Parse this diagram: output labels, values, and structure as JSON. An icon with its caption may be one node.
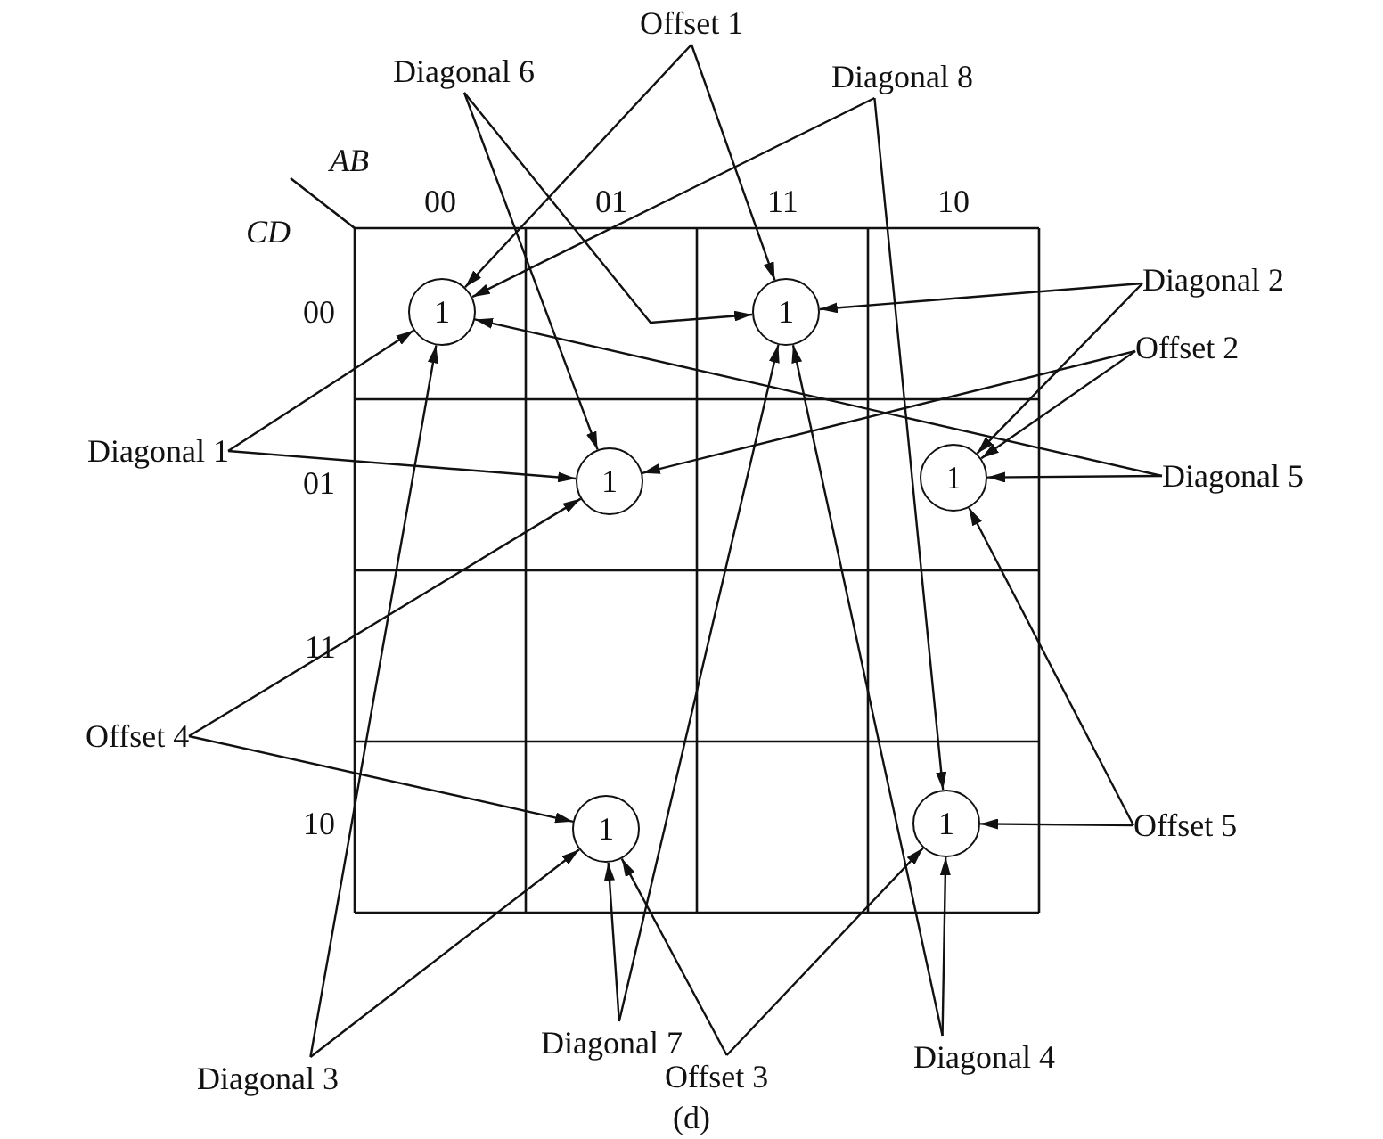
{
  "diagram": {
    "caption": "(d)",
    "nodes": [
      {
        "text": [
          "Offset 1"
        ]
      },
      {
        "text": [
          "Diagonal 6"
        ]
      },
      {
        "text": [
          "Diagonal 8"
        ]
      },
      {
        "text": [
          "1"
        ]
      },
      {
        "text": [
          "1"
        ]
      },
      {
        "text": [
          "Diagonal 2"
        ]
      },
      {
        "text": [
          "Offset 2"
        ]
      },
      {
        "text": [
          "Diagonal 1"
        ]
      },
      {
        "text": [
          "1"
        ]
      },
      {
        "text": [
          "1"
        ]
      },
      {
        "text": [
          "Diagonal 5"
        ]
      },
      {
        "text": [
          "Offset 4"
        ]
      },
      {
        "text": [
          "1"
        ]
      },
      {
        "text": [
          "1"
        ]
      },
      {
        "text": [
          "Offset 5"
        ]
      },
      {
        "text": [
          "Diagonal 3"
        ]
      },
      {
        "text": [
          "Diagonal 7"
        ]
      },
      {
        "text": [
          "Diagonal 4"
        ]
      },
      {
        "text": [
          "Offset 3"
        ]
      }
    ],
    "edges": [
      {
        "from": 0,
        "to": 3,
        "arrow": "to"
      },
      {
        "from": 0,
        "to": 4,
        "arrow": "to"
      },
      {
        "from": 1,
        "to": 8,
        "arrow": "to"
      },
      {
        "from": 1,
        "to": 4,
        "arrow": "to"
      },
      {
        "from": 2,
        "to": 3,
        "arrow": "to"
      },
      {
        "from": 2,
        "to": 13,
        "arrow": "to"
      },
      {
        "from": 5,
        "to": 4,
        "arrow": "to"
      },
      {
        "from": 5,
        "to": 9,
        "arrow": "to"
      },
      {
        "from": 6,
        "to": 8,
        "arrow": "to"
      },
      {
        "from": 6,
        "to": 9,
        "arrow": "to"
      },
      {
        "from": 10,
        "to": 3,
        "arrow": "to"
      },
      {
        "from": 10,
        "to": 9,
        "arrow": "to"
      },
      {
        "from": 7,
        "to": 3,
        "arrow": "to"
      },
      {
        "from": 7,
        "to": 8,
        "arrow": "to"
      },
      {
        "from": 11,
        "to": 8,
        "arrow": "to"
      },
      {
        "from": 11,
        "to": 12,
        "arrow": "to"
      },
      {
        "from": 14,
        "to": 9,
        "arrow": "to"
      },
      {
        "from": 14,
        "to": 13,
        "arrow": "to"
      },
      {
        "from": 15,
        "to": 3,
        "arrow": "to"
      },
      {
        "from": 15,
        "to": 12,
        "arrow": "to"
      },
      {
        "from": 16,
        "to": 4,
        "arrow": "to"
      },
      {
        "from": 16,
        "to": 12,
        "arrow": "to"
      },
      {
        "from": 18,
        "to": 12,
        "arrow": "to"
      },
      {
        "from": 18,
        "to": 13,
        "arrow": "to"
      },
      {
        "from": 17,
        "to": 4,
        "arrow": "to"
      },
      {
        "from": 17,
        "to": 13,
        "arrow": "to"
      }
    ],
    "labels": [
      "AB",
      "CD",
      "00",
      "01",
      "11",
      "10",
      "00",
      "01",
      "11",
      "10"
    ]
  }
}
